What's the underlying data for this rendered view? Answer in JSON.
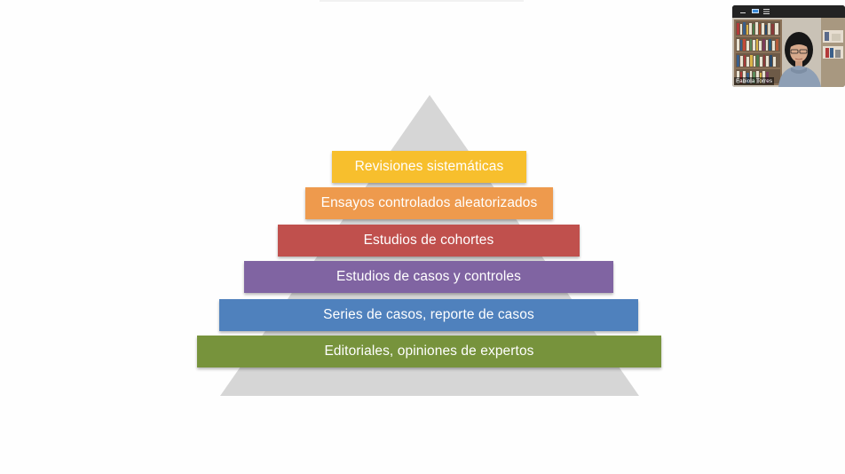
{
  "pyramid": {
    "levels": [
      {
        "label": "Revisiones sistemáticas",
        "color": "#f7bf2d"
      },
      {
        "label": "Ensayos controlados aleatorizados",
        "color": "#ee9a4d"
      },
      {
        "label": "Estudios de cohortes",
        "color": "#c0504d"
      },
      {
        "label": "Estudios de casos y controles",
        "color": "#8064a2"
      },
      {
        "label": "Series de casos, reporte de casos",
        "color": "#4f81bd"
      },
      {
        "label": "Editoriales, opiniones de expertos",
        "color": "#77933c"
      }
    ],
    "background_color": "#d6d6d6"
  },
  "video": {
    "participant_name": "Fabiola Torres"
  }
}
